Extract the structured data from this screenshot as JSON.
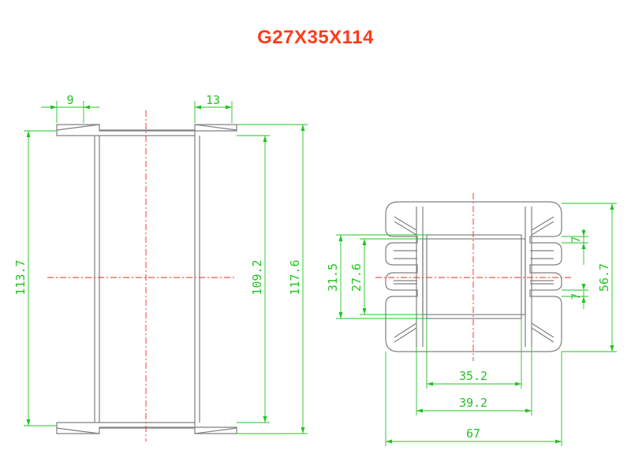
{
  "title": "G27X35X114",
  "colors": {
    "title": "#ff3b1c",
    "part_outline": "#808080",
    "dimension": "#22c422",
    "centerline": "#ff2222"
  },
  "side_view": {
    "dim_flange_left": "9",
    "dim_flange_right": "13",
    "dim_inner_height": "109.2",
    "dim_overall_height": "117.6",
    "dim_left_height": "113.7"
  },
  "end_view": {
    "dim_outer_height": "31.5",
    "dim_inner_height": "27.6",
    "dim_slot_upper": "7",
    "dim_slot_lower": "7",
    "dim_overall_height": "56.7",
    "dim_inner_width": "35.2",
    "dim_outer_width": "39.2",
    "dim_overall_width": "67"
  }
}
